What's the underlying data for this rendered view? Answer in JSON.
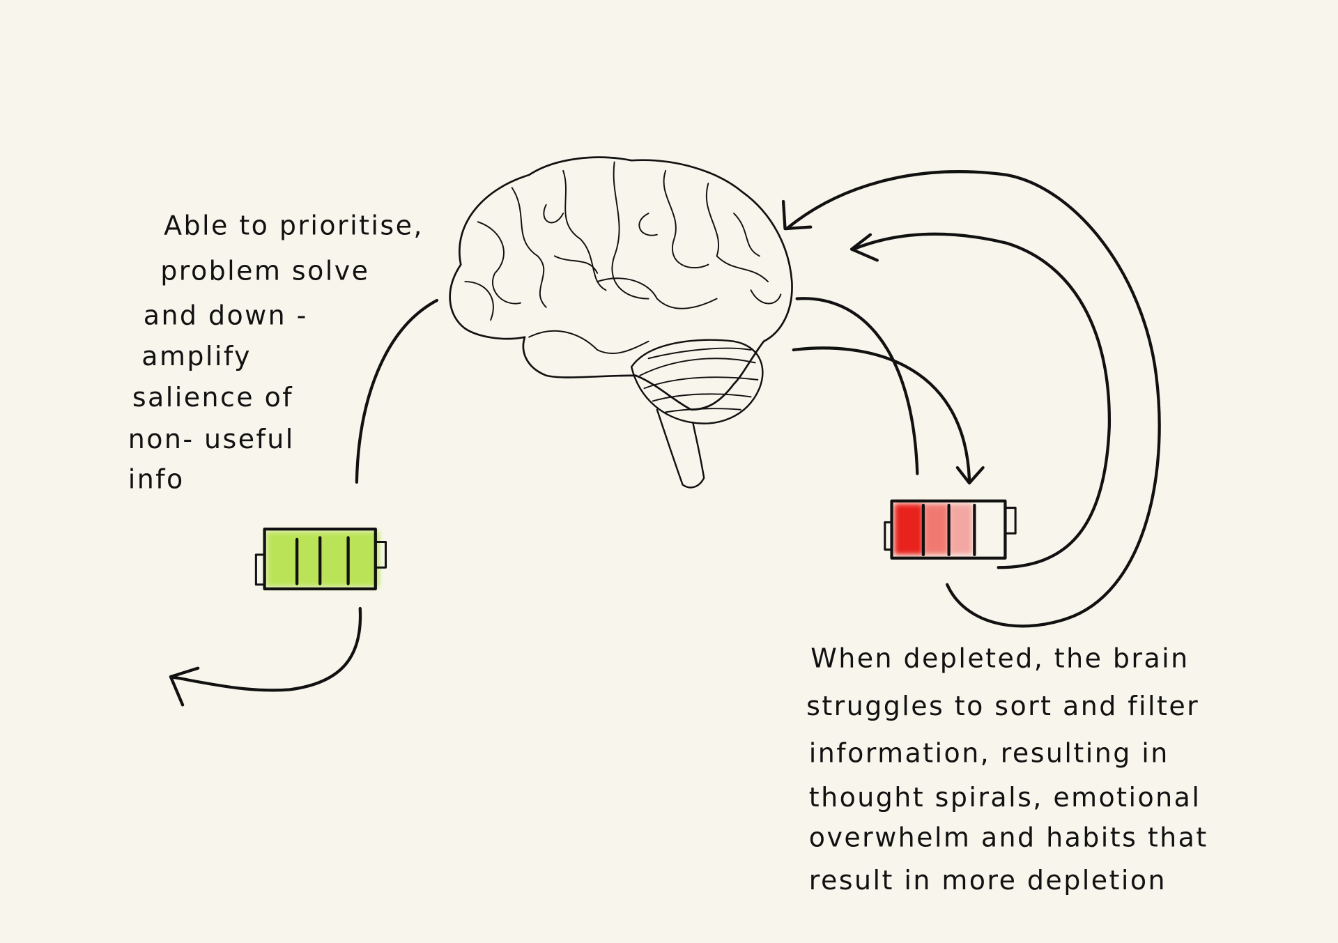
{
  "left_note": {
    "lines": [
      "Able to prioritise,",
      "problem solve",
      "and down -",
      "amplify",
      "salience of",
      "non- useful",
      "info"
    ]
  },
  "right_note": {
    "lines": [
      "When depleted, the brain",
      "struggles to sort and filter",
      "information, resulting in",
      "thought spirals, emotional",
      "overwhelm and habits that",
      "result in more depletion"
    ]
  },
  "batteries": {
    "charged": {
      "color": "#b5e24a",
      "segments_filled": 4,
      "segments_total": 4
    },
    "depleted": {
      "colors": [
        "#e8241c",
        "#f07a72",
        "#f3a7a2"
      ],
      "segments_filled": 3,
      "segments_total": 4
    }
  },
  "colors": {
    "background": "#f8f6ec",
    "ink": "#111111"
  }
}
